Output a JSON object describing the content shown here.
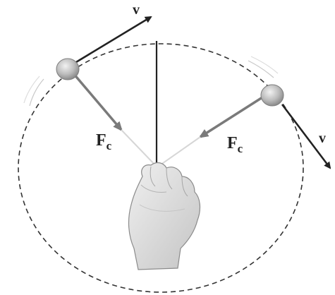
{
  "labels": {
    "velocity_top": "v",
    "velocity_right": "v",
    "force_left_main": "F",
    "force_left_sub": "c",
    "force_right_main": "F",
    "force_right_sub": "c"
  },
  "colors": {
    "ink": "#222222",
    "orbit_stroke": "#333333",
    "force_arrow": "#7a7a7a",
    "ball_fill": "#bdbdbd",
    "hand_fill": "#d9d9d9",
    "hand_stroke": "#8a8a8a"
  },
  "icons": {
    "hand": "hand-holding-strings-icon",
    "ball": "ball-icon"
  }
}
